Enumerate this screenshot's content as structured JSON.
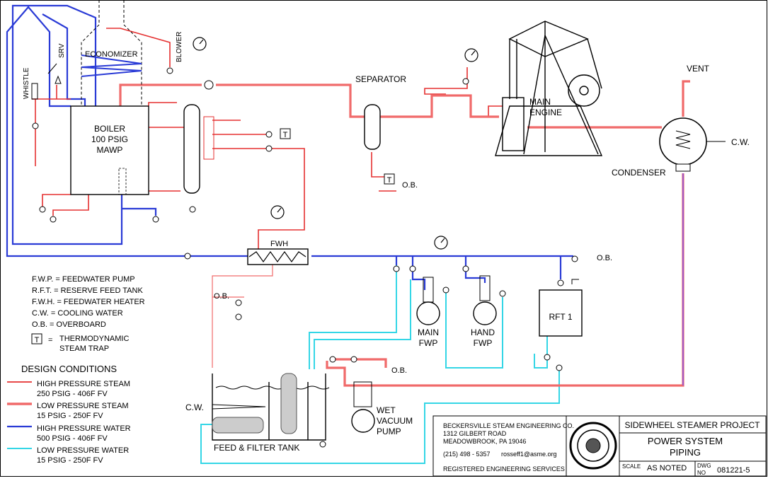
{
  "labels": {
    "economizer": "ECONOMIZER",
    "blower": "BLOWER",
    "whistle": "WHISTLE",
    "srv": "SRV",
    "boiler_1": "BOILER",
    "boiler_2": "100 PSIG",
    "boiler_3": "MAWP",
    "separator": "SEPARATOR",
    "engine_1": "MAIN",
    "engine_2": "ENGINE",
    "vent": "VENT",
    "cw": "C.W.",
    "condenser": "CONDENSER",
    "ob": "O.B.",
    "fwh": "FWH",
    "main_fwp_1": "MAIN",
    "main_fwp_2": "FWP",
    "hand_fwp_1": "HAND",
    "hand_fwp_2": "FWP",
    "rft1": "RFT 1",
    "wet_1": "WET",
    "wet_2": "VACUUM",
    "wet_3": "PUMP",
    "tank": "FEED & FILTER TANK",
    "trap": "T"
  },
  "abbreviations": [
    "F.W.P. = FEEDWATER PUMP",
    "R.F.T. = RESERVE FEED TANK",
    "F.W.H. = FEEDWATER HEATER",
    "C.W. = COOLING WATER",
    "O.B. = OVERBOARD"
  ],
  "trap_note": {
    "symbol": "T",
    "eq": "=",
    "line1": "THERMODYNAMIC",
    "line2": "STEAM TRAP"
  },
  "design": {
    "title": "DESIGN CONDITIONS",
    "items": [
      {
        "line1": "HIGH PRESSURE STEAM",
        "line2": "250 PSIG - 406F     FV",
        "color": "#e53030"
      },
      {
        "line1": "LOW PRESSURE STEAM",
        "line2": "15 PSIG - 250F     FV",
        "color": "#f06a6a"
      },
      {
        "line1": "HIGH PRESSURE WATER",
        "line2": "500 PSIG - 406F     FV",
        "color": "#2a3bd6"
      },
      {
        "line1": "LOW PRESSURE WATER",
        "line2": "15 PSIG - 250F     FV",
        "color": "#34d6e6"
      }
    ]
  },
  "colors": {
    "hp_steam": "#e53030",
    "lp_steam": "#f06a6a",
    "hp_water": "#2a3bd6",
    "lp_water": "#34d6e6",
    "condensate": "#a05ac8"
  },
  "title_block": {
    "company": "BECKERSVILLE STEAM ENGINEERING CO.",
    "address1": "1312 GILBERT ROAD",
    "address2": "MEADOWBROOK, PA 19046",
    "phone": "(215) 498 - 5357",
    "email": "rosseff1@asme.org",
    "services": "REGISTERED ENGINEERING SERVICES",
    "project": "SIDEWHEEL STEAMER PROJECT",
    "title1": "POWER SYSTEM",
    "title2": "PIPING",
    "scale_label": "SCALE",
    "scale_value": "AS NOTED",
    "dwg_label1": "DWG",
    "dwg_label2": "NO",
    "dwg_value": "081221-5"
  }
}
